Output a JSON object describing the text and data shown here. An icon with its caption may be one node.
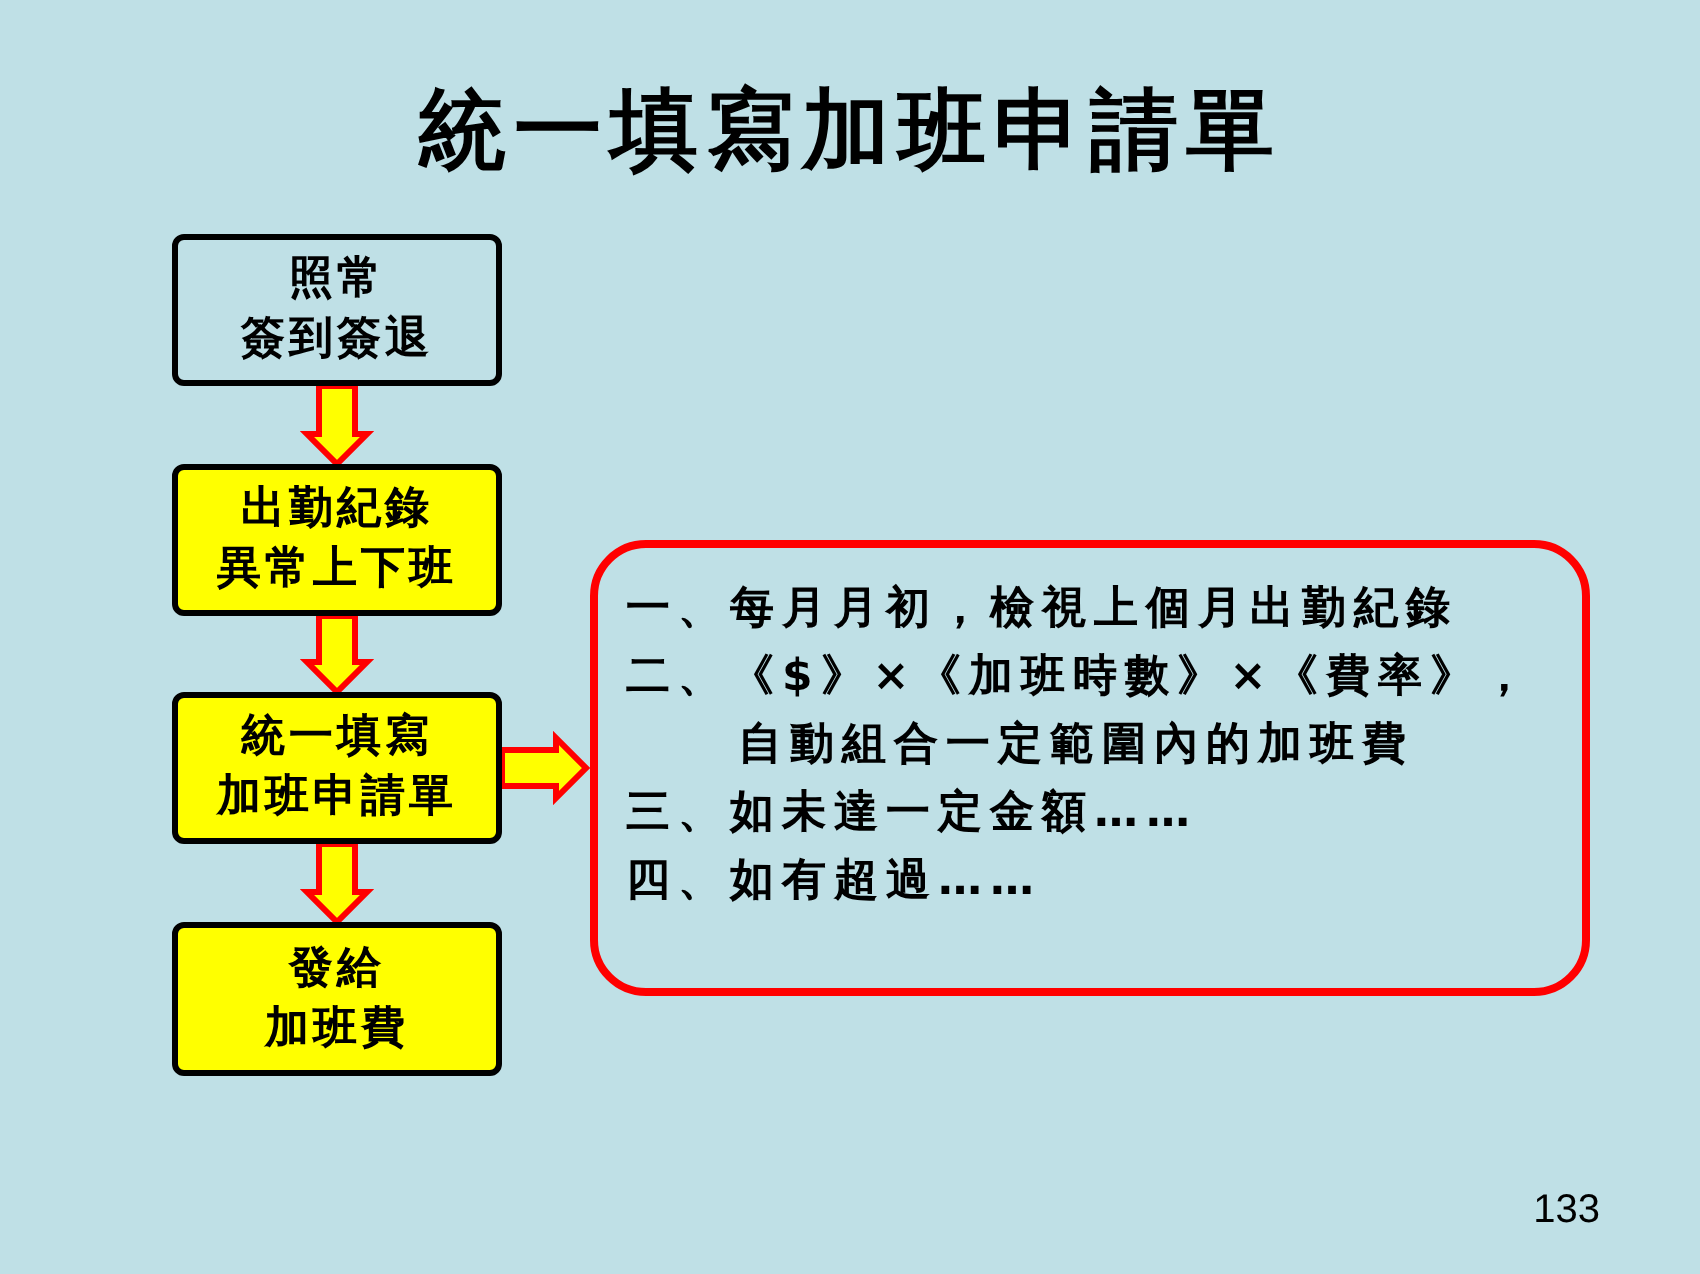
{
  "diagram": {
    "title": "統一填寫加班申請單",
    "nodes": [
      {
        "text": [
          "照常",
          "簽到簽退"
        ]
      },
      {
        "text": [
          "出勤紀錄",
          "異常上下班"
        ]
      },
      {
        "text": [
          "統一填寫",
          "加班申請單"
        ]
      },
      {
        "text": [
          "發給",
          "加班費"
        ]
      },
      {
        "text": [
          "一、每月月初，檢視上個月出勤紀錄",
          "二、《$》×《加班時數》×《費率》，自動組合一定範圍內的加班費",
          "三、如未達一定金額……",
          "四、如有超過……"
        ]
      }
    ],
    "edges": [
      {
        "from": 0,
        "to": 1,
        "arrow": "to"
      },
      {
        "from": 1,
        "to": 2,
        "arrow": "to"
      },
      {
        "from": 2,
        "to": 3,
        "arrow": "to"
      },
      {
        "from": 2,
        "to": 4,
        "arrow": "to"
      }
    ],
    "labels": [
      "133"
    ]
  }
}
